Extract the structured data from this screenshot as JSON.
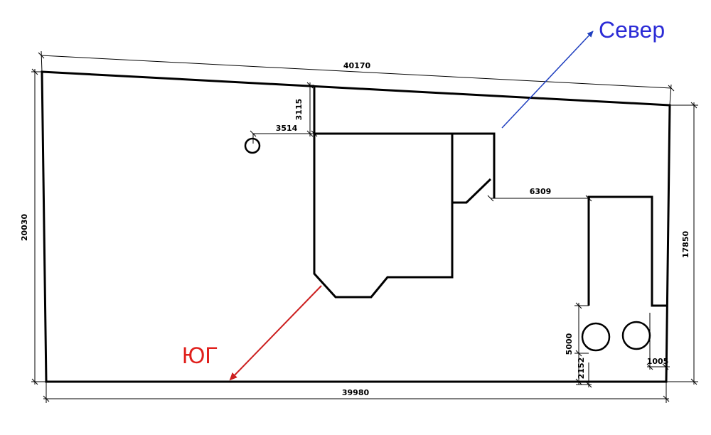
{
  "dimensions": {
    "top": "40170",
    "left": "20030",
    "right": "17850",
    "bottom": "39980",
    "house_offset_top": "3115",
    "well_offset": "3514",
    "annex_offset": "6309",
    "garage_band": "5000",
    "corner_gap": "2152",
    "right_gap": "1005"
  },
  "directions": {
    "north": "Север",
    "south": "ЮГ"
  },
  "colors": {
    "north": "#2b2bd6",
    "north_arrow": "#1f3fbf",
    "south": "#e0201c",
    "south_arrow": "#cc1f1f"
  }
}
